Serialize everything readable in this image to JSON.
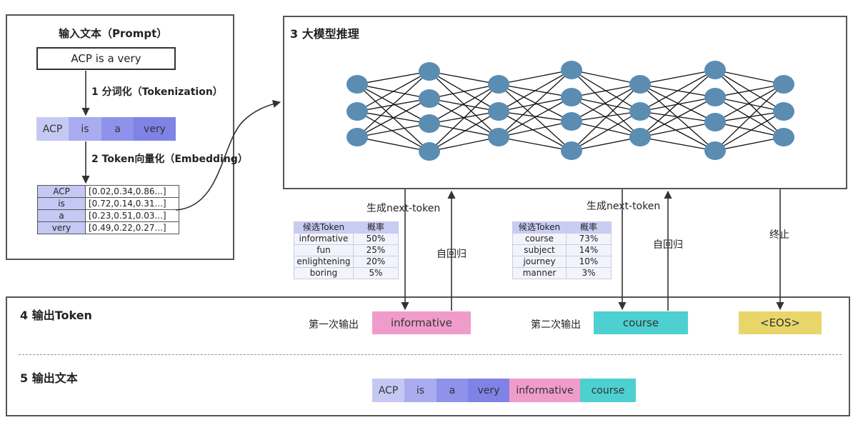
{
  "input_panel": {
    "title": "输入文本（Prompt）",
    "prompt_text": "ACP is a very",
    "step1_label": "1 分词化（Tokenization）",
    "tokens": [
      "ACP",
      "is",
      "a",
      "very"
    ],
    "step2_label": "2 Token向量化（Embedding）",
    "embeddings": [
      {
        "token": "ACP",
        "vector": "[0.02,0.34,0.86...]"
      },
      {
        "token": "is",
        "vector": "[0.72,0.14,0.31...]"
      },
      {
        "token": "a",
        "vector": "[0.23,0.51,0.03...]"
      },
      {
        "token": "very",
        "vector": "[0.49,0.22,0.27...]"
      }
    ]
  },
  "model_panel": {
    "title": "3 大模型推理"
  },
  "generation": {
    "gen_label_1": "生成next-token",
    "gen_label_2": "生成next-token",
    "autoregress_1": "自回归",
    "autoregress_2": "自回归",
    "stop_label": "终止",
    "table_header": [
      "候选Token",
      "概率"
    ],
    "candidates_1": [
      {
        "token": "informative",
        "prob": "50%"
      },
      {
        "token": "fun",
        "prob": "25%"
      },
      {
        "token": "enlightening",
        "prob": "20%"
      },
      {
        "token": "boring",
        "prob": "5%"
      }
    ],
    "candidates_2": [
      {
        "token": "course",
        "prob": "73%"
      },
      {
        "token": "subject",
        "prob": "14%"
      },
      {
        "token": "journey",
        "prob": "10%"
      },
      {
        "token": "manner",
        "prob": "3%"
      }
    ]
  },
  "output_panel": {
    "title_tokens": "4 输出Token",
    "first_output_label": "第一次输出",
    "first_output_token": "informative",
    "second_output_label": "第二次输出",
    "second_output_token": "course",
    "eos_token": "<EOS>",
    "title_text": "5 输出文本",
    "final_tokens": [
      "ACP",
      "is",
      "a",
      "very",
      "informative",
      "course"
    ]
  },
  "colors": {
    "token_light": "#c6c8f4",
    "token_mid": "#a9acef",
    "token_dark": "#7f83e6",
    "output_pink": "#f09ccb",
    "output_cyan": "#4ecfd0",
    "output_yellow": "#e8d66a",
    "node_blue": "#5b8db3"
  }
}
